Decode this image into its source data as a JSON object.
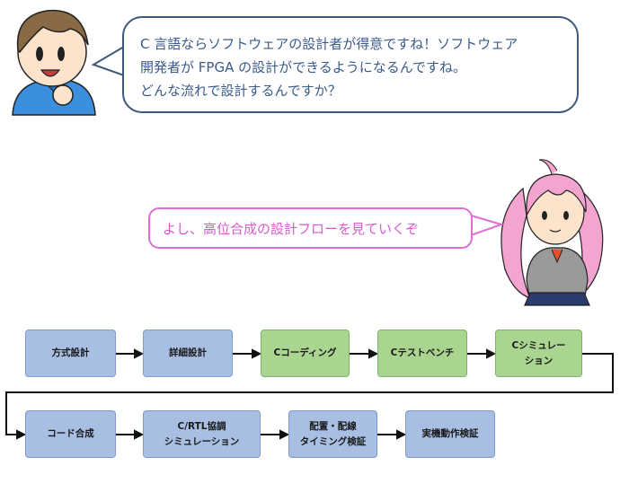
{
  "bubble_top": {
    "lines": [
      "C 言語ならソフトウェアの設計者が得意ですね！ソフトウェア",
      "開発者が FPGA の設計ができるようになるんですね。",
      "どんな流れで設計するんですか？"
    ]
  },
  "bubble_middle": {
    "text": "よし、高位合成の設計フローを見ていくぞ"
  },
  "flow": {
    "row1": [
      {
        "lines": [
          "方式設計"
        ],
        "color": "blue"
      },
      {
        "lines": [
          "詳細設計"
        ],
        "color": "blue"
      },
      {
        "lines": [
          "Cコーディング"
        ],
        "color": "green"
      },
      {
        "lines": [
          "Cテストベンチ"
        ],
        "color": "green"
      },
      {
        "lines": [
          "Cシミュレー",
          "ション"
        ],
        "color": "green"
      }
    ],
    "row2": [
      {
        "lines": [
          "コード合成"
        ],
        "color": "blue"
      },
      {
        "lines": [
          "C/RTL協調",
          "シミュレーション"
        ],
        "color": "blue"
      },
      {
        "lines": [
          "配置・配線",
          "タイミング検証"
        ],
        "color": "blue"
      },
      {
        "lines": [
          "実機動作検証"
        ],
        "color": "blue"
      }
    ]
  },
  "colors": {
    "blue_box": "#a8bfe3",
    "green_box": "#a9d590",
    "bubble_blue_text": "#3a5a8a",
    "bubble_pink_text": "#d65ccb"
  }
}
